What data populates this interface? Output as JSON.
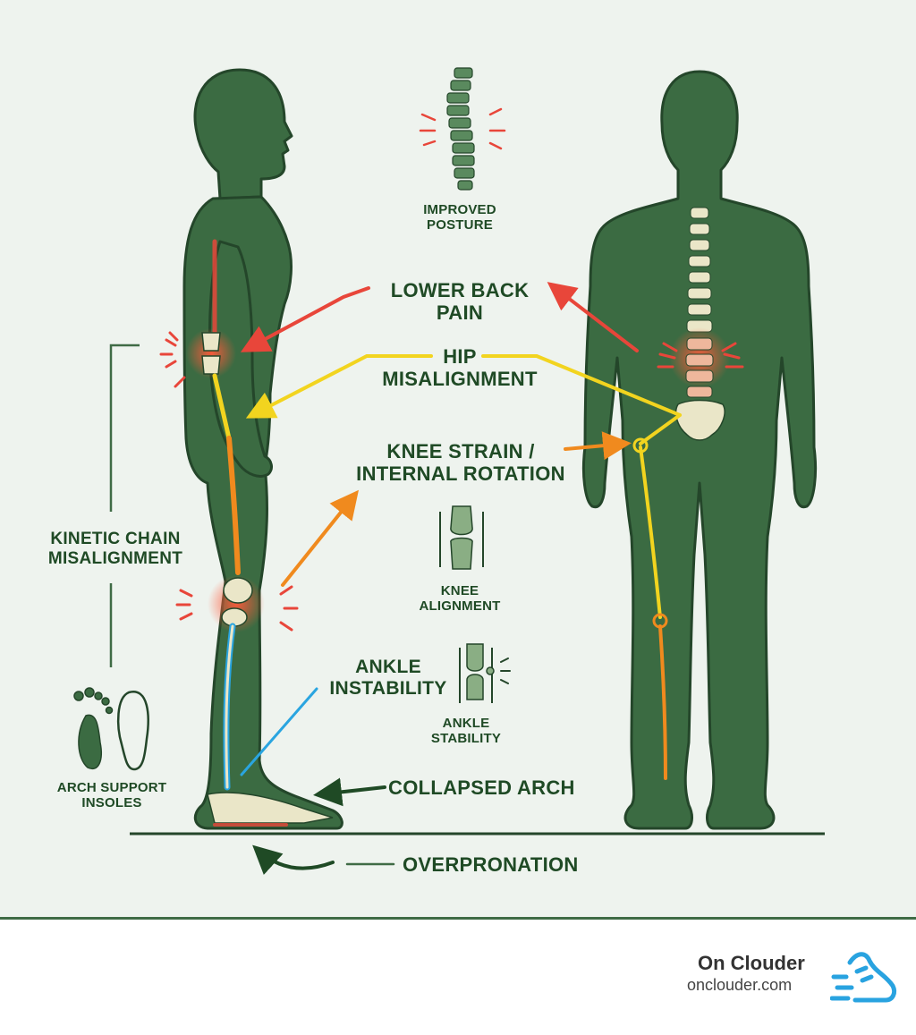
{
  "labels": {
    "improved_posture": "IMPROVED\nPOSTURE",
    "lower_back_pain": "LOWER BACK\nPAIN",
    "hip_misalignment": "HIP\nMISALIGNMENT",
    "knee_strain": "KNEE STRAIN /\nINTERNAL ROTATION",
    "kinetic_chain": "KINETIC CHAIN\nMISALIGNMENT",
    "knee_alignment": "KNEE\nALIGNMENT",
    "ankle_instability": "ANKLE\nINSTABILITY",
    "ankle_stability": "ANKLE\nSTABILITY",
    "arch_support": "ARCH SUPPORT\nINSOLES",
    "collapsed_arch": "COLLAPSED ARCH",
    "overpronation": "OVERPRONATION"
  },
  "brand": {
    "name": "On Clouder",
    "url": "onclouder.com"
  },
  "colors": {
    "body": "#3b6b42",
    "body_outline": "#24462a",
    "pain": "#e8463a",
    "hip": "#f2d41f",
    "knee": "#f08a1e",
    "ankle": "#2aa5e0",
    "text": "#1f4a25",
    "logo": "#29a3e0"
  }
}
